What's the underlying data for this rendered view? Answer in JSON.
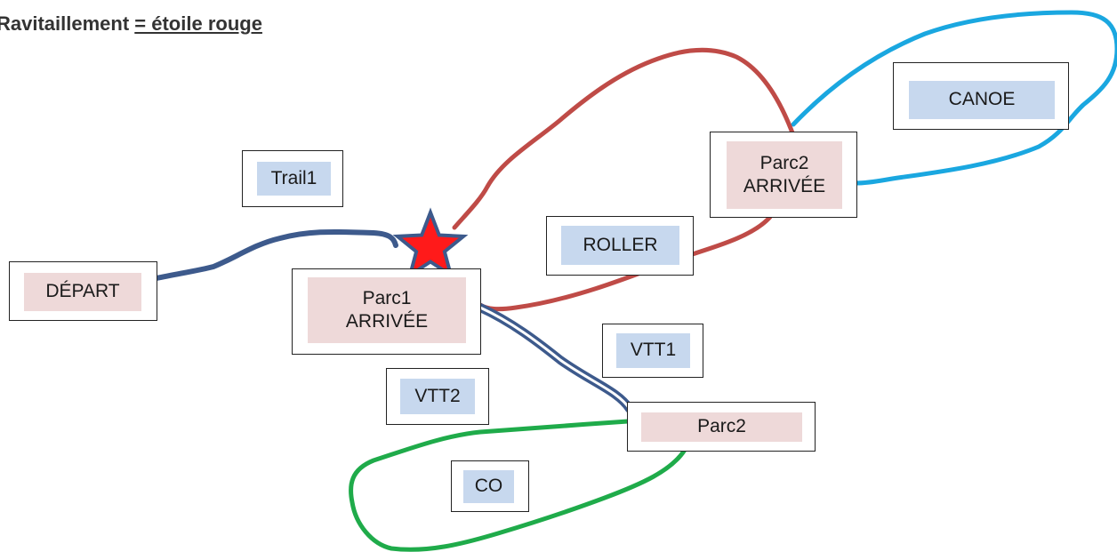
{
  "title": {
    "prefix": "Ravitaillement ",
    "underlined": "= étoile rouge"
  },
  "colors": {
    "trail_route": "#3d5a8c",
    "roller_route": "#bf4b47",
    "canoe_route": "#1aa7e0",
    "co_route": "#1fab4a",
    "star_fill": "#ff1a1a",
    "star_outline": "#3d5a8c",
    "park_box_fill": "#eed9d9",
    "discipline_box_fill": "#c7d8ee"
  },
  "icons": {
    "ravitaillement": "red-star-icon"
  },
  "nodes": {
    "depart": {
      "lines": [
        "DÉPART"
      ]
    },
    "parc1": {
      "lines": [
        "Parc1",
        "ARRIVÉE"
      ]
    },
    "parc2_top": {
      "lines": [
        "Parc2",
        "ARRIVÉE"
      ]
    },
    "parc2_bottom": {
      "lines": [
        "Parc2"
      ]
    }
  },
  "segments": {
    "trail1": "Trail1",
    "roller": "ROLLER",
    "canoe": "CANOE",
    "vtt1": "VTT1",
    "vtt2": "VTT2",
    "co": "CO"
  }
}
